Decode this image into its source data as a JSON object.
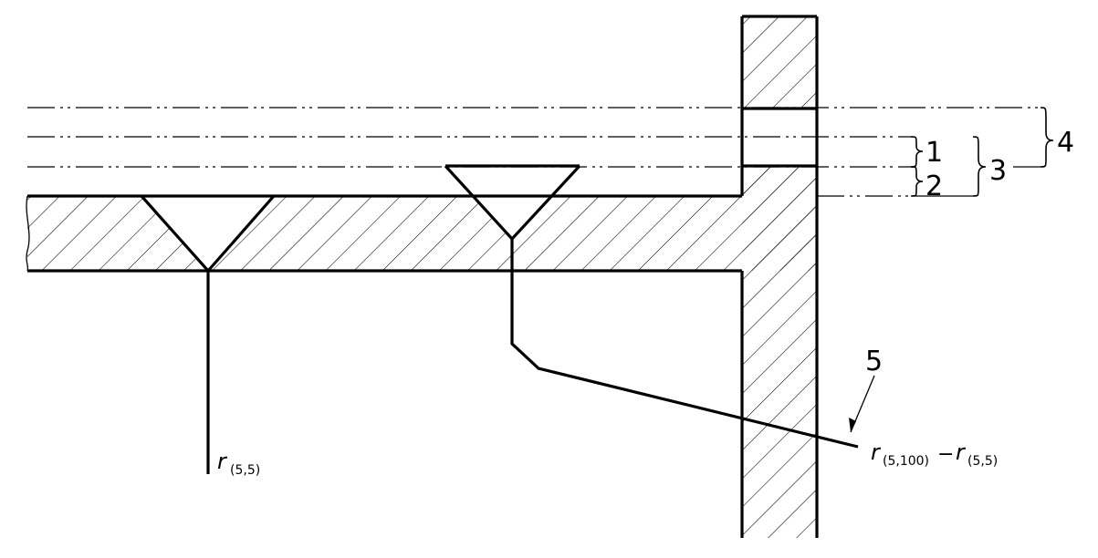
{
  "diagram": {
    "callouts": [
      "1",
      "2",
      "3",
      "4",
      "5"
    ],
    "left_label": {
      "symbol": "r",
      "subscript": "(5,5)"
    },
    "right_label": {
      "symbol_a": "r",
      "subscript_a": "(5,100)",
      "operator": "−",
      "symbol_b": "r",
      "subscript_b": "(5,5)"
    }
  }
}
